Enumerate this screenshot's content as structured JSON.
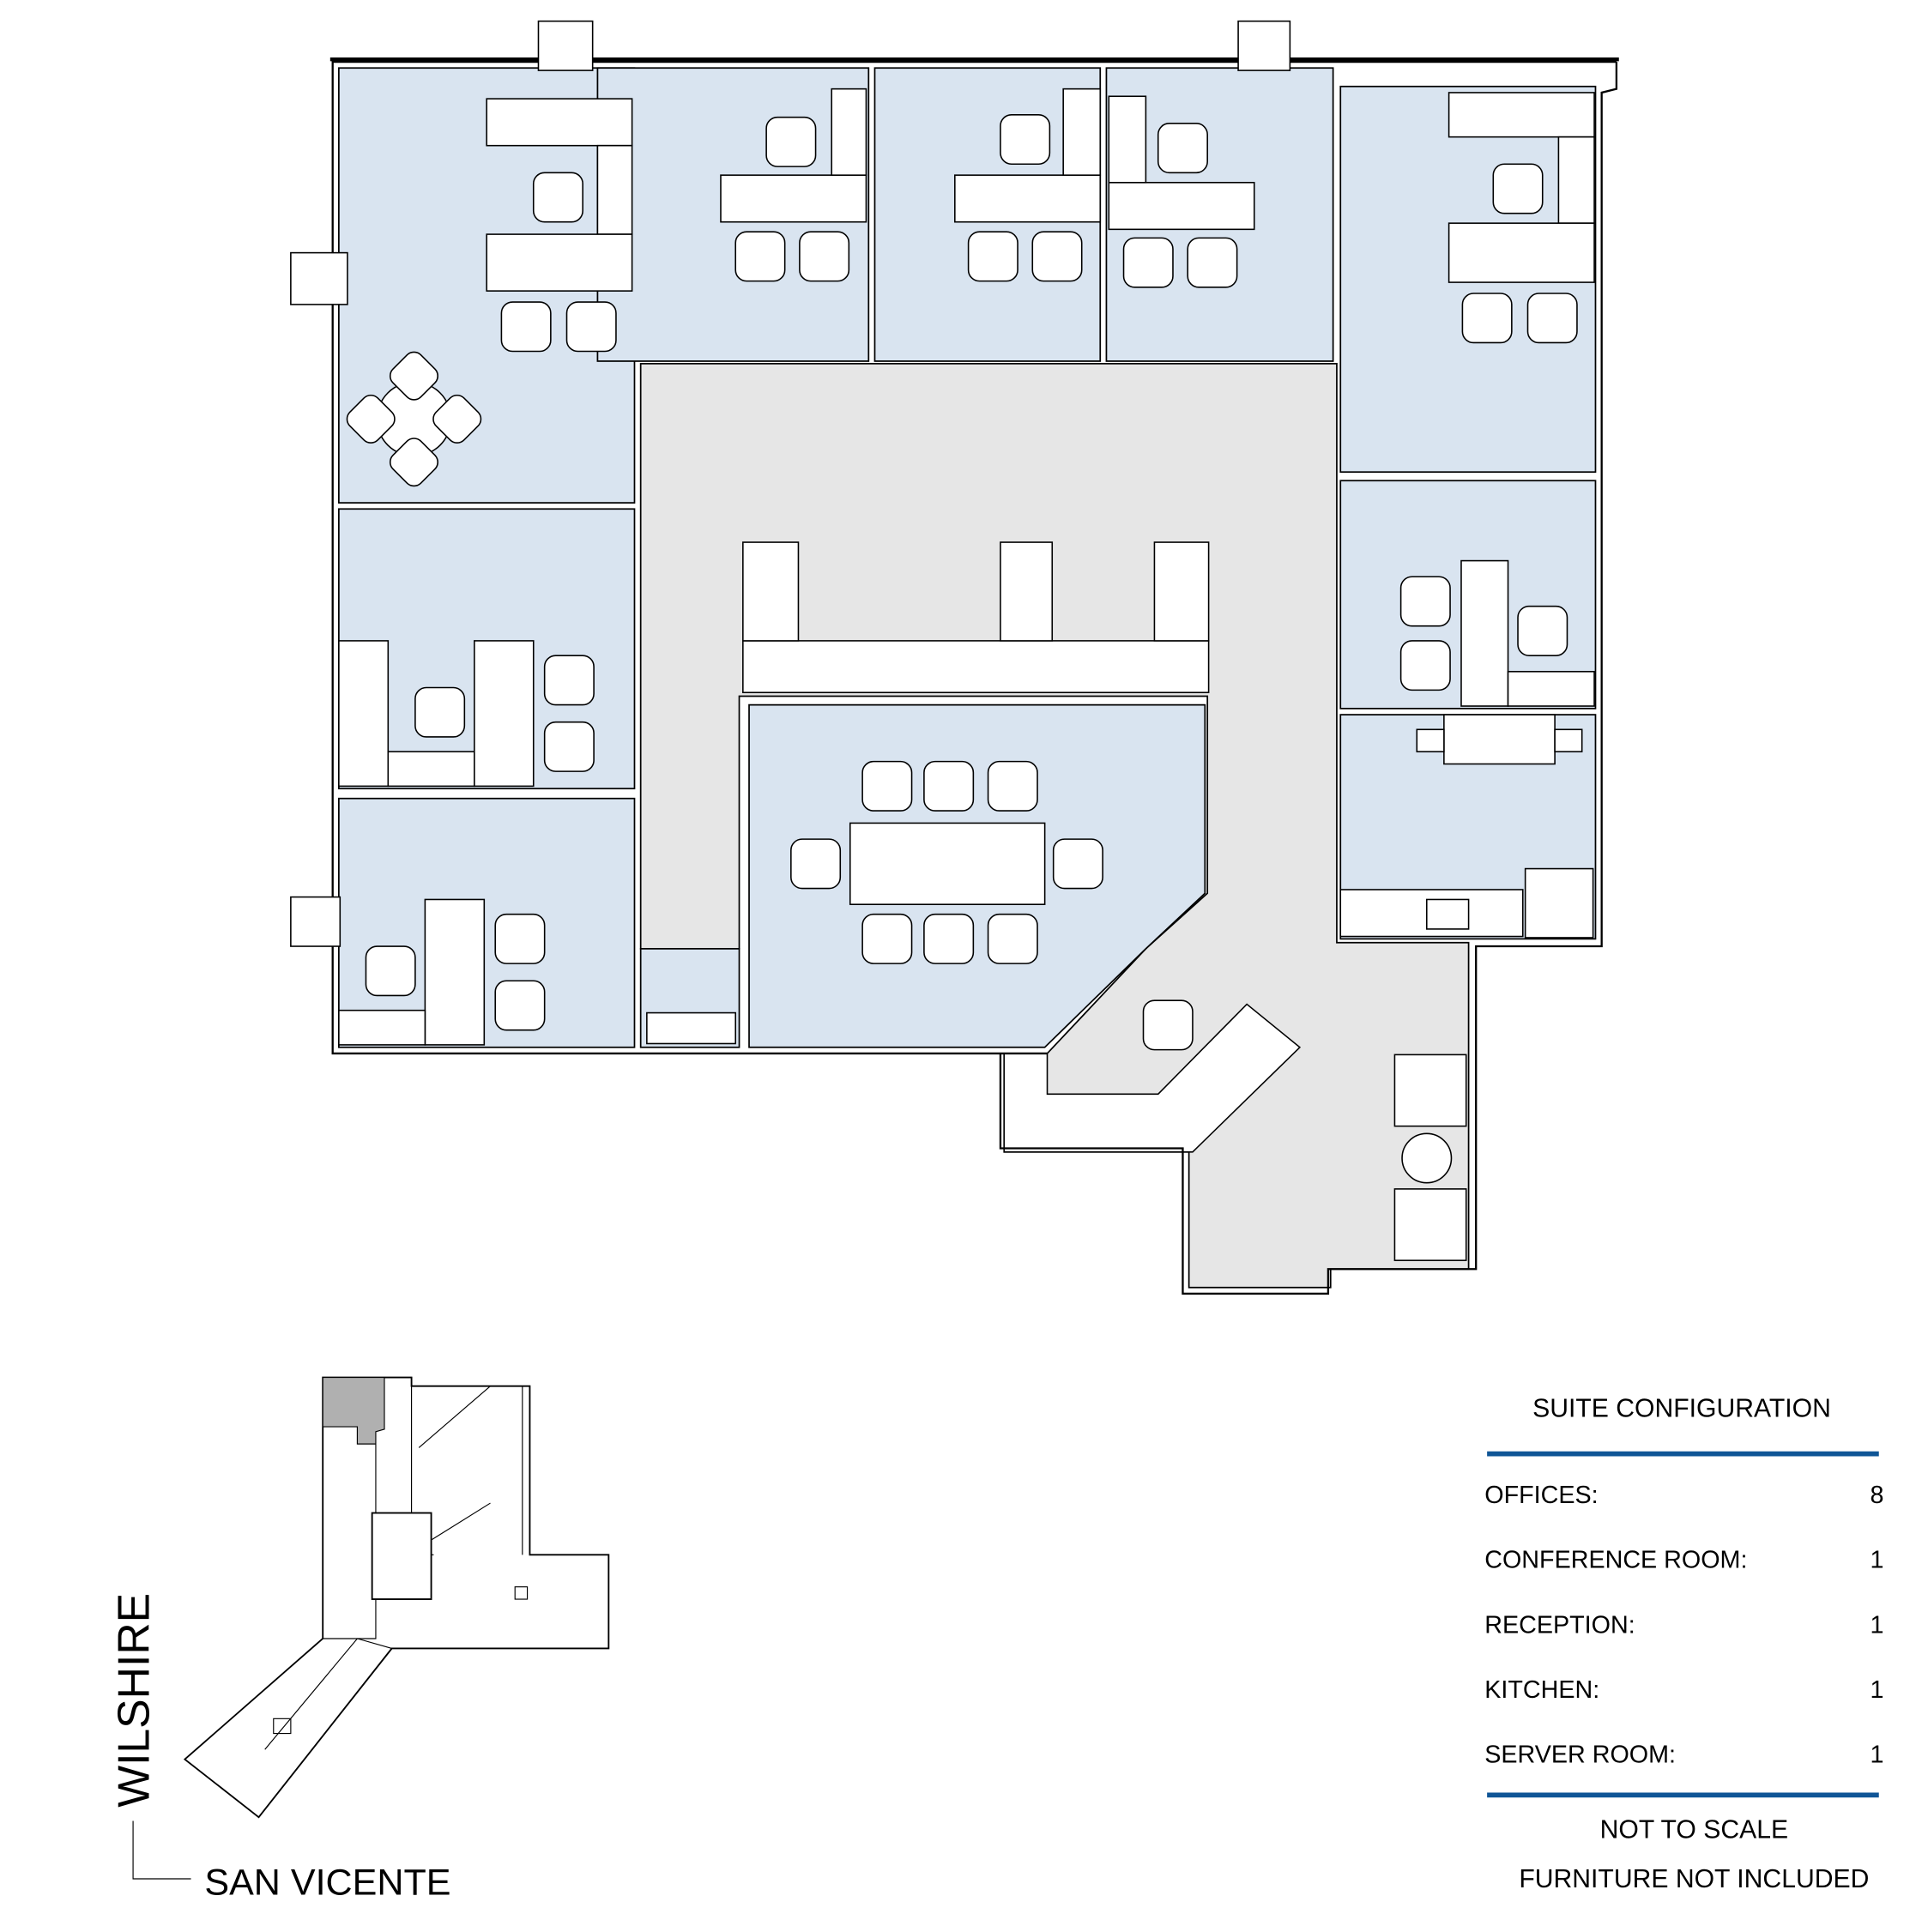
{
  "legend": {
    "title": "SUITE CONFIGURATION",
    "rows": [
      {
        "label": "OFFICES:",
        "value": "8"
      },
      {
        "label": "CONFERENCE ROOM:",
        "value": "1"
      },
      {
        "label": "RECEPTION:",
        "value": "1"
      },
      {
        "label": "KITCHEN:",
        "value": "1"
      },
      {
        "label": "SERVER ROOM:",
        "value": "1"
      }
    ],
    "note1": "NOT TO SCALE",
    "note2": "FURNITURE NOT INCLUDED",
    "accent_color": "#0f5596"
  },
  "key_plan": {
    "street_vertical": "WILSHIRE",
    "street_horizontal": "SAN VICENTE",
    "highlight_color": "#b0b0b0"
  },
  "colors": {
    "room_fill": "#d9e4f0",
    "corridor_fill": "#e6e6e6"
  }
}
